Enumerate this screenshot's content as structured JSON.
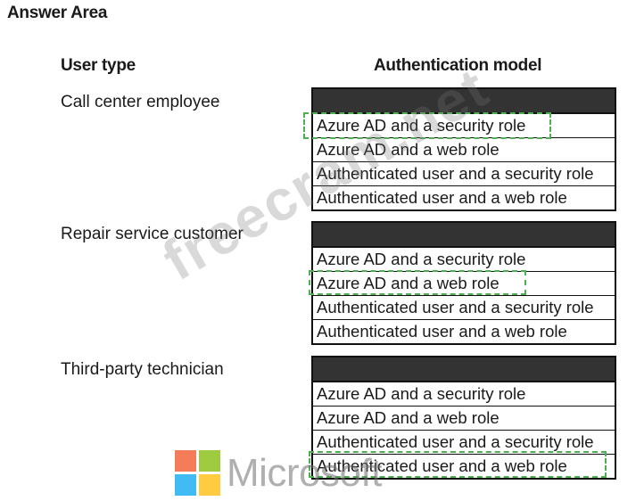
{
  "answer_area_title": "Answer Area",
  "headers": {
    "user_type": "User type",
    "auth_model": "Authentication model"
  },
  "rows": [
    {
      "user_type": "Call center employee",
      "options": [
        "Azure AD and a security role",
        "Azure AD and a web role",
        "Authenticated user and a security role",
        "Authenticated user and a web role"
      ],
      "selected_index": 0
    },
    {
      "user_type": "Repair service customer",
      "options": [
        "Azure AD and a security role",
        "Azure AD and a web role",
        "Authenticated user and a security role",
        "Authenticated user and a web role"
      ],
      "selected_index": 1
    },
    {
      "user_type": "Third-party technician",
      "options": [
        "Azure AD and a security role",
        "Azure AD and a web role",
        "Authenticated user and a security role",
        "Authenticated user and a web role"
      ],
      "selected_index": 3
    }
  ],
  "watermark": "freecram.net",
  "logo": {
    "text": "Microsoft",
    "colors": [
      "#f25022",
      "#7fba00",
      "#00a4ef",
      "#ffb900"
    ]
  },
  "colors": {
    "selection": "#4caf50",
    "dropdown_header": "#333333"
  }
}
